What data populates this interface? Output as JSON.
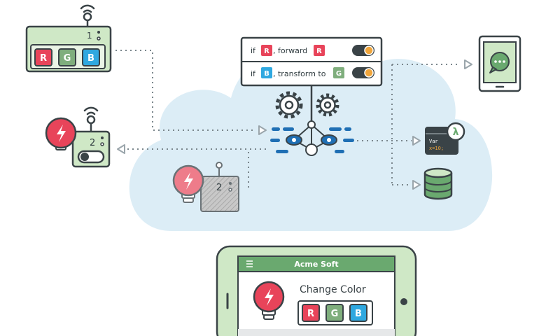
{
  "colors": {
    "outline": "#3a4347",
    "green_fill": "#cfe8c6",
    "green_dark": "#6aa96f",
    "red": "#e8445a",
    "green_btn": "#7fae7d",
    "blue_btn": "#2fa8e0",
    "cloud": "#dcedf6",
    "flow_blue": "#1f6fb4",
    "toggle_orange": "#f0a53b",
    "dotted_line": "#7a868c",
    "arrow": "#9aa5ab"
  },
  "device_1": {
    "number": "1",
    "buttons": {
      "r": "R",
      "g": "G",
      "b": "B"
    },
    "antenna_icon": "wifi-signal-icon"
  },
  "device_2": {
    "number": "2",
    "bulb_icon": "lightning-bulb-icon",
    "toggle_icon": "toggle-switch-icon",
    "antenna_icon": "wifi-signal-icon"
  },
  "device_2_ghost": {
    "number": "2"
  },
  "rules": [
    {
      "prefix": "if",
      "trigger": "B",
      "action": ", transform to",
      "target": "G",
      "toggle": "on"
    },
    {
      "prefix": "if",
      "trigger": "R",
      "action": ", forward",
      "target": "R",
      "toggle": "on"
    }
  ],
  "engine": {
    "gear_icons": [
      "gear-icon",
      "gear-icon"
    ],
    "flow_icon": "data-flow-network-icon"
  },
  "outputs": {
    "tablet_icon": "chat-bubble-icon",
    "lambda": {
      "symbol": "λ",
      "code_line1": "Var",
      "code_line2": "x=10;"
    },
    "database_icon": "database-icon"
  },
  "phone": {
    "app_title": "Acme Soft",
    "menu_icon": "hamburger-menu-icon",
    "heading": "Change Color",
    "buttons": {
      "r": "R",
      "g": "G",
      "b": "B"
    }
  }
}
